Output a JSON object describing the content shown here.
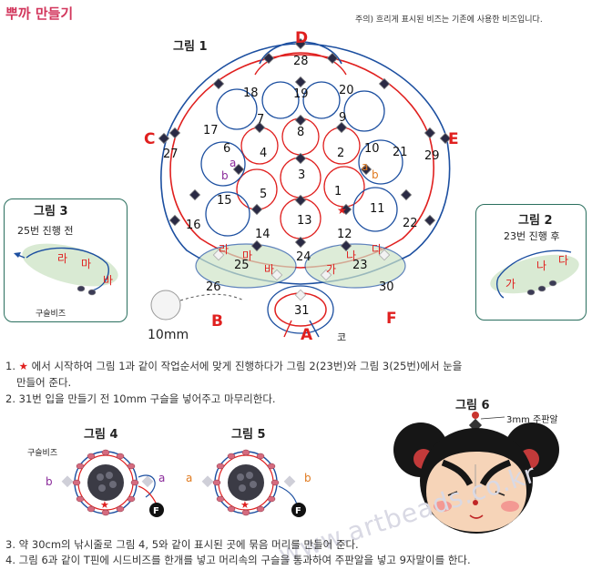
{
  "header": {
    "title": "뿌까 만들기",
    "note": "주의) 흐리게 표시된 비즈는 기존에 사용한 비즈입니다."
  },
  "figure1": {
    "label": "그림 1",
    "points": [
      "A",
      "B",
      "C",
      "D",
      "E",
      "F"
    ],
    "cells": [
      "1",
      "2",
      "3",
      "4",
      "5",
      "6",
      "7",
      "8",
      "9",
      "10",
      "11",
      "12",
      "13",
      "14",
      "15",
      "16",
      "17",
      "18",
      "19",
      "20",
      "21",
      "22",
      "23",
      "24",
      "25",
      "26",
      "27",
      "28",
      "29",
      "30",
      "31"
    ],
    "marks": [
      "a",
      "b",
      "a",
      "b"
    ],
    "size_label": "10mm",
    "tip_label": "코"
  },
  "figure2": {
    "label": "그림 2",
    "caption": "23번 진행 후",
    "beads": [
      "가",
      "나",
      "다"
    ]
  },
  "figure3": {
    "label": "그림 3",
    "caption": "25번 진행 전",
    "beads": [
      "라",
      "마",
      "바"
    ],
    "bead_note": "구슬비즈"
  },
  "figure4": {
    "label": "그림 4",
    "bead_note": "구슬비즈",
    "marks": [
      "b",
      "a"
    ]
  },
  "figure5": {
    "label": "그림 5",
    "marks": [
      "a",
      "b"
    ]
  },
  "figure6": {
    "label": "그림 6",
    "bead_note": "3mm 주판알"
  },
  "instructions": [
    {
      "index": "1.",
      "text": "에서 시작하여 그림 1과 같이 작업순서에 맞게 진행하다가 그림 2(23번)와 그림 3(25번)에서 눈을"
    },
    {
      "index": "",
      "text": "만들어 준다."
    },
    {
      "index": "2.",
      "text": "31번 입을 만들기 전 10mm 구슬을 넣어주고 마무리한다."
    },
    {
      "index": "3.",
      "text": "약 30cm의 낚시줄로 그림 4, 5와 같이 표시된 곳에 묶음 머리를 만들어 준다."
    },
    {
      "index": "4.",
      "text": "그림 6과 같이 T핀에 시드비즈를 한개를 넣고 머리속의 구슬을 통과하여 주판알을 넣고 9자말이를 한다."
    }
  ],
  "watermark": "www.artbeads.co.kr",
  "colors": {
    "red_line": "#e0201f",
    "blue_line": "#1c4fa0",
    "title": "#d2365c",
    "box_border": "#2a6f5e",
    "eye_patch": "#cfe5c8"
  }
}
